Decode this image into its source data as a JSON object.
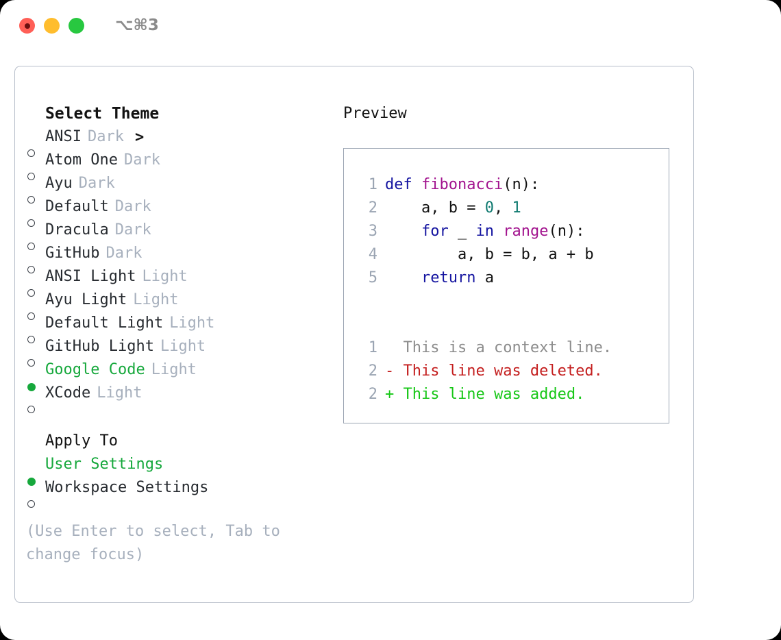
{
  "window": {
    "traffic_lights": [
      "close",
      "minimize",
      "maximize"
    ],
    "shortcut": "⌥⌘3"
  },
  "theme_picker": {
    "header": "Select Theme",
    "header_caret": ">",
    "marker_selected": "●",
    "marker_unselected": "○",
    "accent_color": "#16a83c",
    "variant_color": "#a7b0bd",
    "items": [
      {
        "name": "ANSI",
        "variant": "Dark",
        "selected": false
      },
      {
        "name": "Atom One",
        "variant": "Dark",
        "selected": false
      },
      {
        "name": "Ayu",
        "variant": "Dark",
        "selected": false
      },
      {
        "name": "Default",
        "variant": "Dark",
        "selected": false
      },
      {
        "name": "Dracula",
        "variant": "Dark",
        "selected": false
      },
      {
        "name": "GitHub",
        "variant": "Dark",
        "selected": false
      },
      {
        "name": "ANSI Light",
        "variant": "Light",
        "selected": false
      },
      {
        "name": "Ayu Light",
        "variant": "Light",
        "selected": false
      },
      {
        "name": "Default Light",
        "variant": "Light",
        "selected": false
      },
      {
        "name": "GitHub Light",
        "variant": "Light",
        "selected": false
      },
      {
        "name": "Google Code",
        "variant": "Light",
        "selected": true
      },
      {
        "name": "XCode",
        "variant": "Light",
        "selected": false
      }
    ]
  },
  "apply_to": {
    "header": "Apply To",
    "items": [
      {
        "name": "User Settings",
        "selected": true
      },
      {
        "name": "Workspace Settings",
        "selected": false
      }
    ]
  },
  "hint": "(Use Enter to select, Tab to change focus)",
  "preview": {
    "title": "Preview",
    "code_lines": [
      {
        "no": "1",
        "tokens": [
          {
            "t": "def ",
            "c": "kw"
          },
          {
            "t": "fibonacci",
            "c": "fn"
          },
          {
            "t": "(n):",
            "c": "pl"
          }
        ]
      },
      {
        "no": "2",
        "tokens": [
          {
            "t": "    a, b = ",
            "c": "pl"
          },
          {
            "t": "0",
            "c": "num"
          },
          {
            "t": ", ",
            "c": "pl"
          },
          {
            "t": "1",
            "c": "num"
          }
        ]
      },
      {
        "no": "3",
        "tokens": [
          {
            "t": "    ",
            "c": "pl"
          },
          {
            "t": "for",
            "c": "kw"
          },
          {
            "t": " _ ",
            "c": "pl"
          },
          {
            "t": "in",
            "c": "kw"
          },
          {
            "t": " ",
            "c": "pl"
          },
          {
            "t": "range",
            "c": "fn"
          },
          {
            "t": "(n):",
            "c": "pl"
          }
        ]
      },
      {
        "no": "4",
        "tokens": [
          {
            "t": "        a, b = b, a + b",
            "c": "pl"
          }
        ]
      },
      {
        "no": "5",
        "tokens": [
          {
            "t": "    ",
            "c": "pl"
          },
          {
            "t": "return",
            "c": "kw"
          },
          {
            "t": " a",
            "c": "pl"
          }
        ]
      }
    ],
    "diff_lines": [
      {
        "no": "1",
        "sign": "  ",
        "text": "This is a context line.",
        "kind": "ctx"
      },
      {
        "no": "2",
        "sign": "- ",
        "text": "This line was deleted.",
        "kind": "del"
      },
      {
        "no": "2",
        "sign": "+ ",
        "text": "This line was added.",
        "kind": "add"
      }
    ],
    "colors": {
      "keyword": "#1414a0",
      "function": "#a2138e",
      "number": "#0f7a70",
      "plain": "#111111",
      "context": "#8c8c8c",
      "deleted": "#c41f1f",
      "added": "#17c717",
      "lineno": "#9aa4b2",
      "border": "#9aa4b2"
    }
  }
}
